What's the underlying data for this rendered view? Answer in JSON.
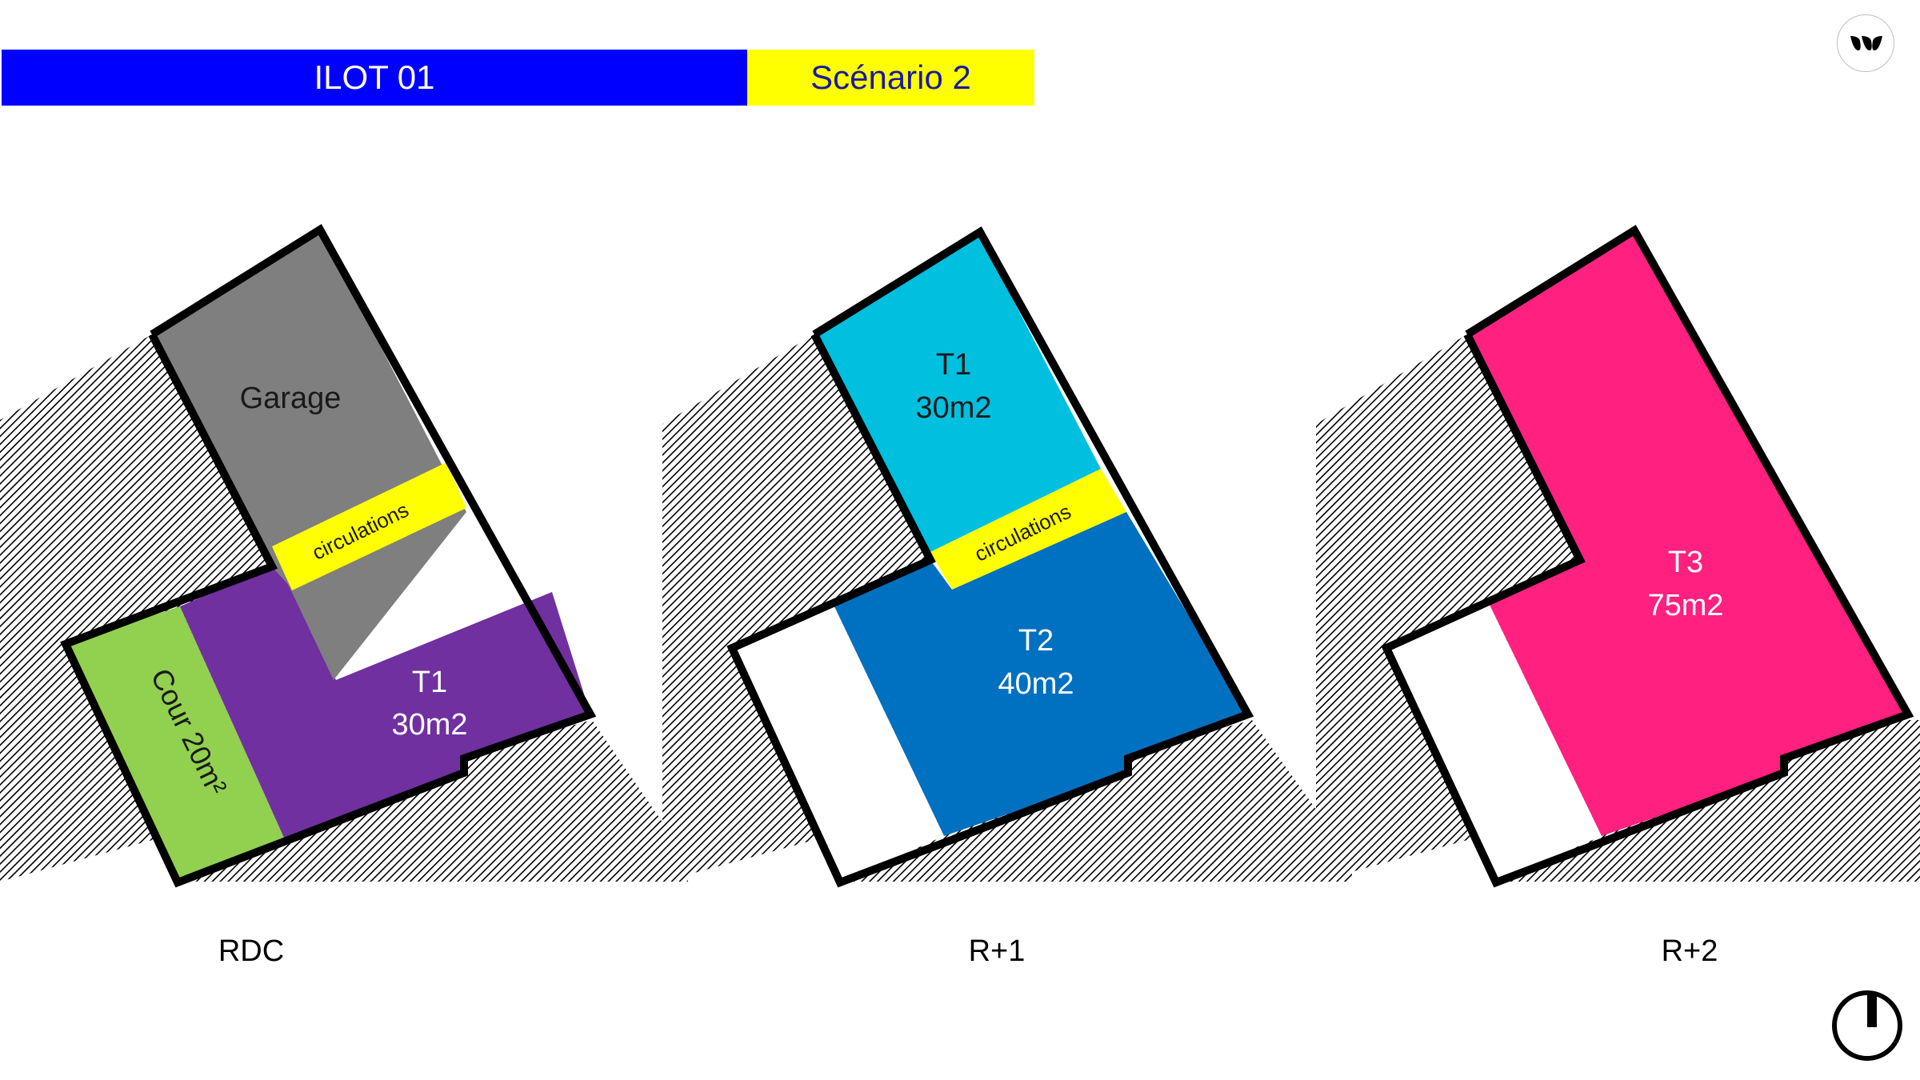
{
  "header": {
    "title": "ILOT 01",
    "scenario": "Scénario 2"
  },
  "colors": {
    "header_blue": "#0000ff",
    "header_yellow": "#ffff00",
    "header_text_blue": "#1a1aa0",
    "garage": "#7f7f7f",
    "circulation": "#ffff00",
    "t1_rdc": "#7030a0",
    "cour": "#92d050",
    "t1_r1": "#00bfdf",
    "t2_r1": "#0070c0",
    "t3_r2": "#ff2080",
    "hatch": "#000000",
    "outline": "#000000"
  },
  "icons": {
    "logo": "brand-logo-icon",
    "north": "north-arrow-icon"
  },
  "levels": [
    {
      "label": "RDC",
      "rooms": [
        {
          "name": "Garage"
        },
        {
          "name": "circulations"
        },
        {
          "name": "T1",
          "area": "30m2"
        },
        {
          "name": "Cour 20m²"
        }
      ]
    },
    {
      "label": "R+1",
      "rooms": [
        {
          "name": "T1",
          "area": "30m2"
        },
        {
          "name": "circulations"
        },
        {
          "name": "T2",
          "area": "40m2"
        }
      ]
    },
    {
      "label": "R+2",
      "rooms": [
        {
          "name": "T3",
          "area": "75m2"
        }
      ]
    }
  ]
}
